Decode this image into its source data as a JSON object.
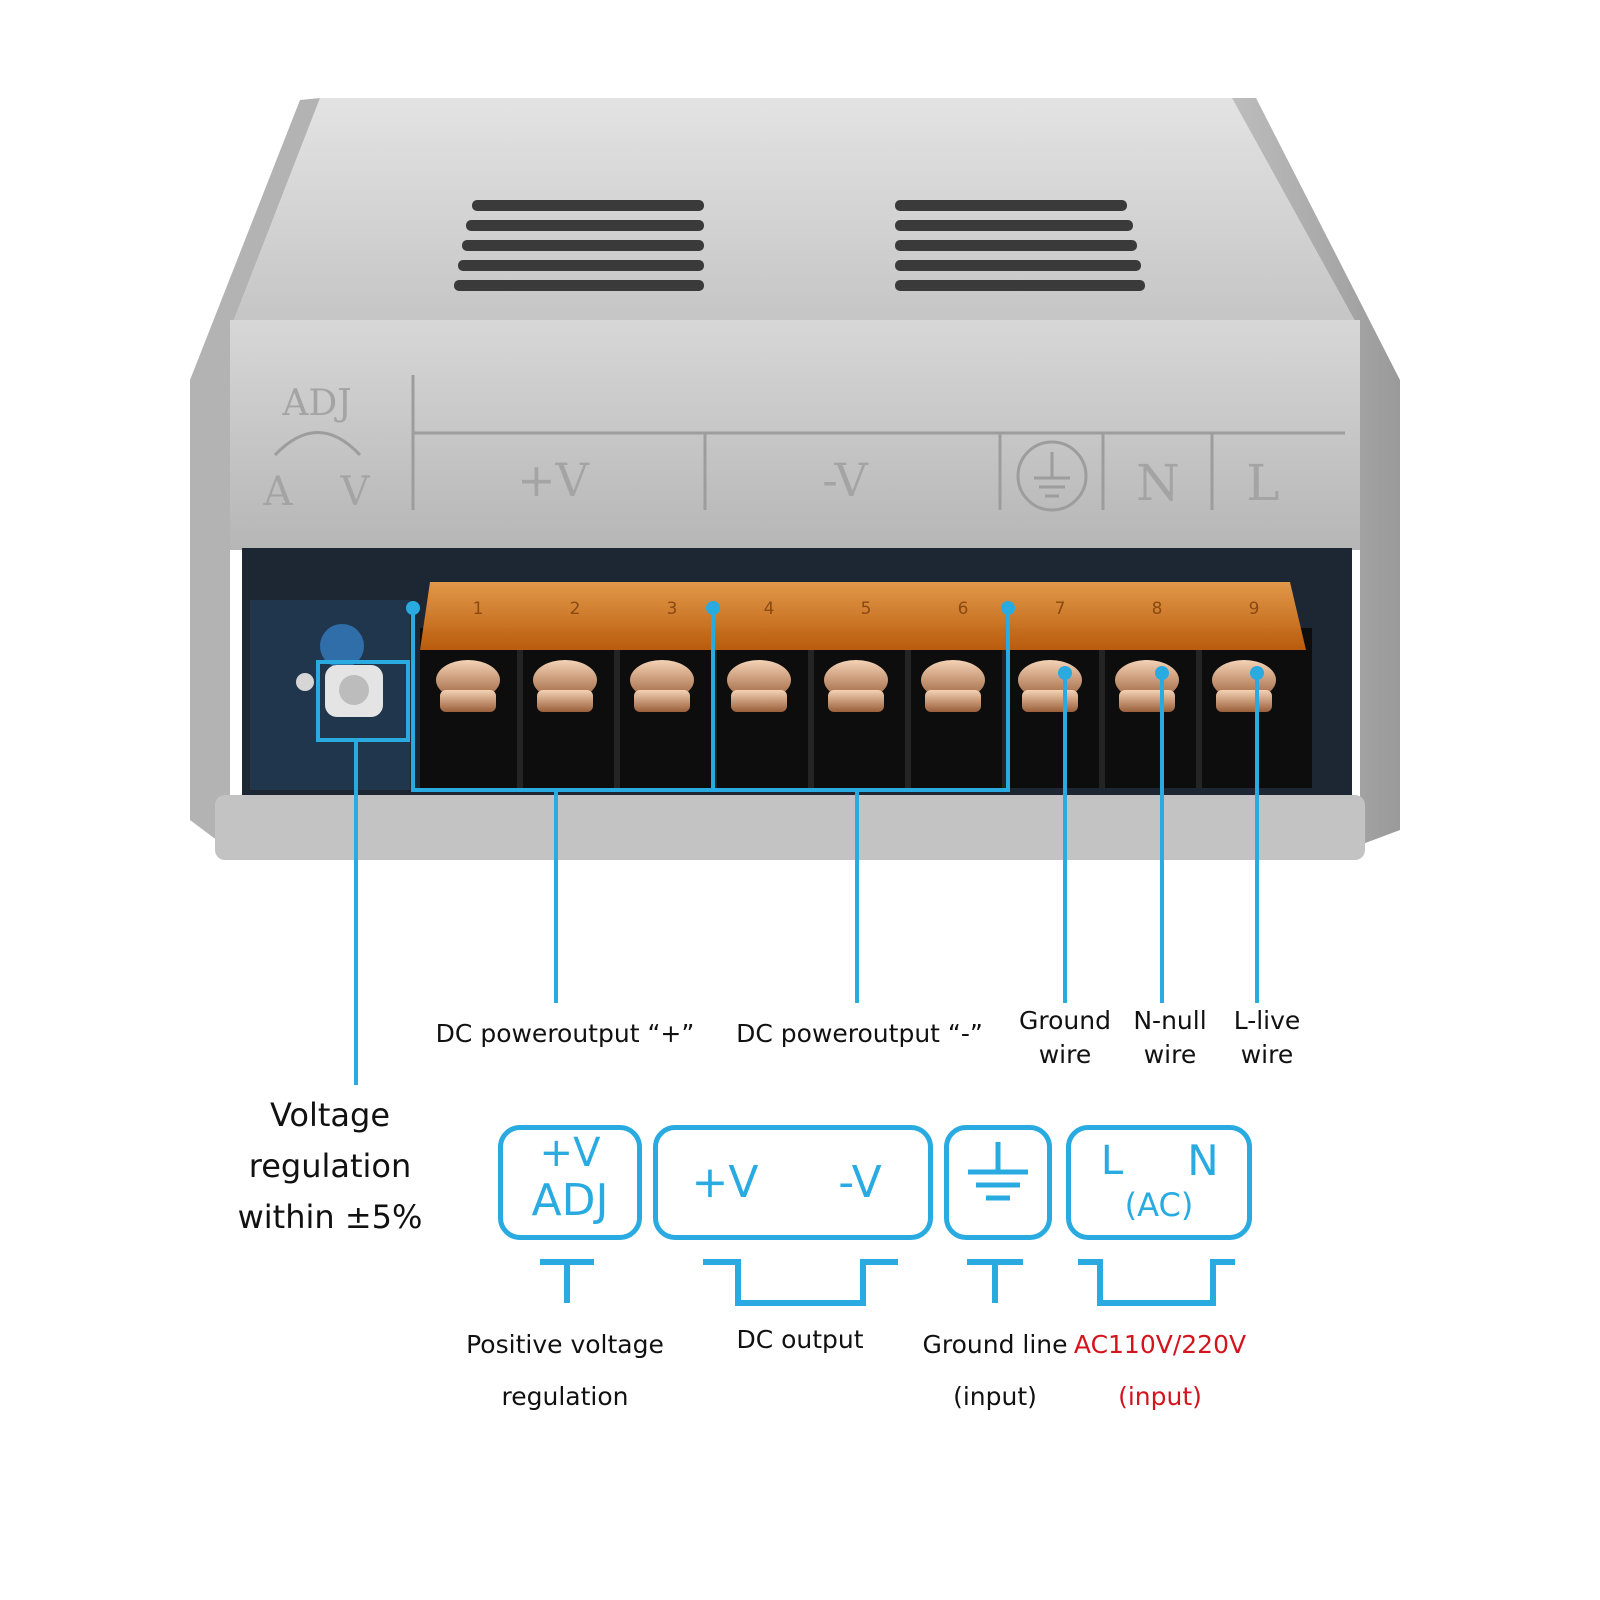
{
  "device": {
    "panel_labels": {
      "adj": "ADJ",
      "a": "A",
      "v": "V",
      "plus_v": "+V",
      "minus_v": "-V",
      "n": "N",
      "l": "L"
    },
    "terminal_numbers": [
      "1",
      "2",
      "3",
      "4",
      "5",
      "6",
      "7",
      "8",
      "9"
    ]
  },
  "callouts": {
    "dc_plus": "DC poweroutput “+”",
    "dc_minus": "DC poweroutput “-”",
    "ground_wire": [
      "Ground",
      "wire"
    ],
    "n_null_wire": [
      "N-null",
      "wire"
    ],
    "l_live_wire": [
      "L-live",
      "wire"
    ],
    "voltage_regulation": [
      "Voltage",
      "regulation",
      "within ±5%"
    ]
  },
  "legend": {
    "adj_box": [
      "+V",
      "ADJ"
    ],
    "dc_box": [
      "+V",
      "-V"
    ],
    "ac_box": [
      "L",
      "N",
      "(AC)"
    ],
    "positive_voltage": [
      "Positive voltage",
      "regulation"
    ],
    "dc_output": "DC output",
    "ground_line": [
      "Ground line",
      "(input)"
    ],
    "ac_input": [
      "AC110V/220V",
      "(input)"
    ]
  },
  "colors": {
    "accent": "#29abe2",
    "warning": "#d4141c",
    "terminal_cover": "#e07b1e",
    "housing": "#c9c9c9"
  }
}
